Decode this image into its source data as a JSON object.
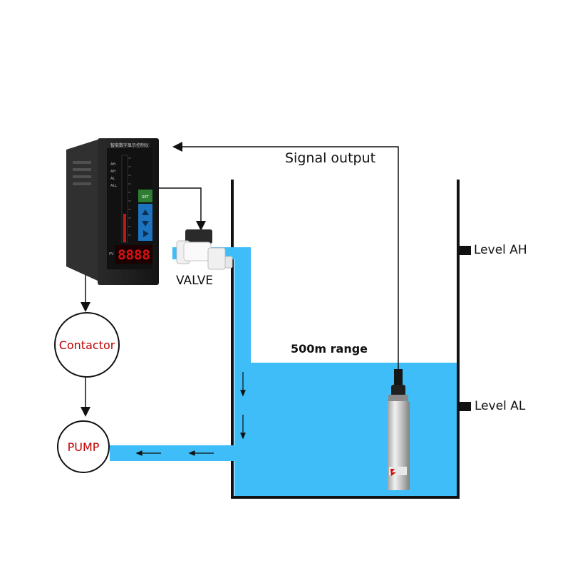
{
  "labels": {
    "signal_output": "Signal output",
    "valve": "VALVE",
    "range": "500m range",
    "level_ah": "Level AH",
    "level_al": "Level AL",
    "contactor": "Contactor",
    "pump": "PUMP"
  },
  "controller": {
    "title": "智能数字显示控制仪",
    "set_key": "SET",
    "pv_label": "PV",
    "display_digits": "8888",
    "indicators": [
      "AH",
      "AH",
      "AL",
      "ALL"
    ]
  },
  "colors": {
    "water": "#3ebdf8",
    "controller_body": "#1b1b1b",
    "display_red": "#e01010",
    "set_key_green": "#2e7d32",
    "arrow_key_blue": "#1e73be",
    "circle_text_red": "#c00000"
  }
}
